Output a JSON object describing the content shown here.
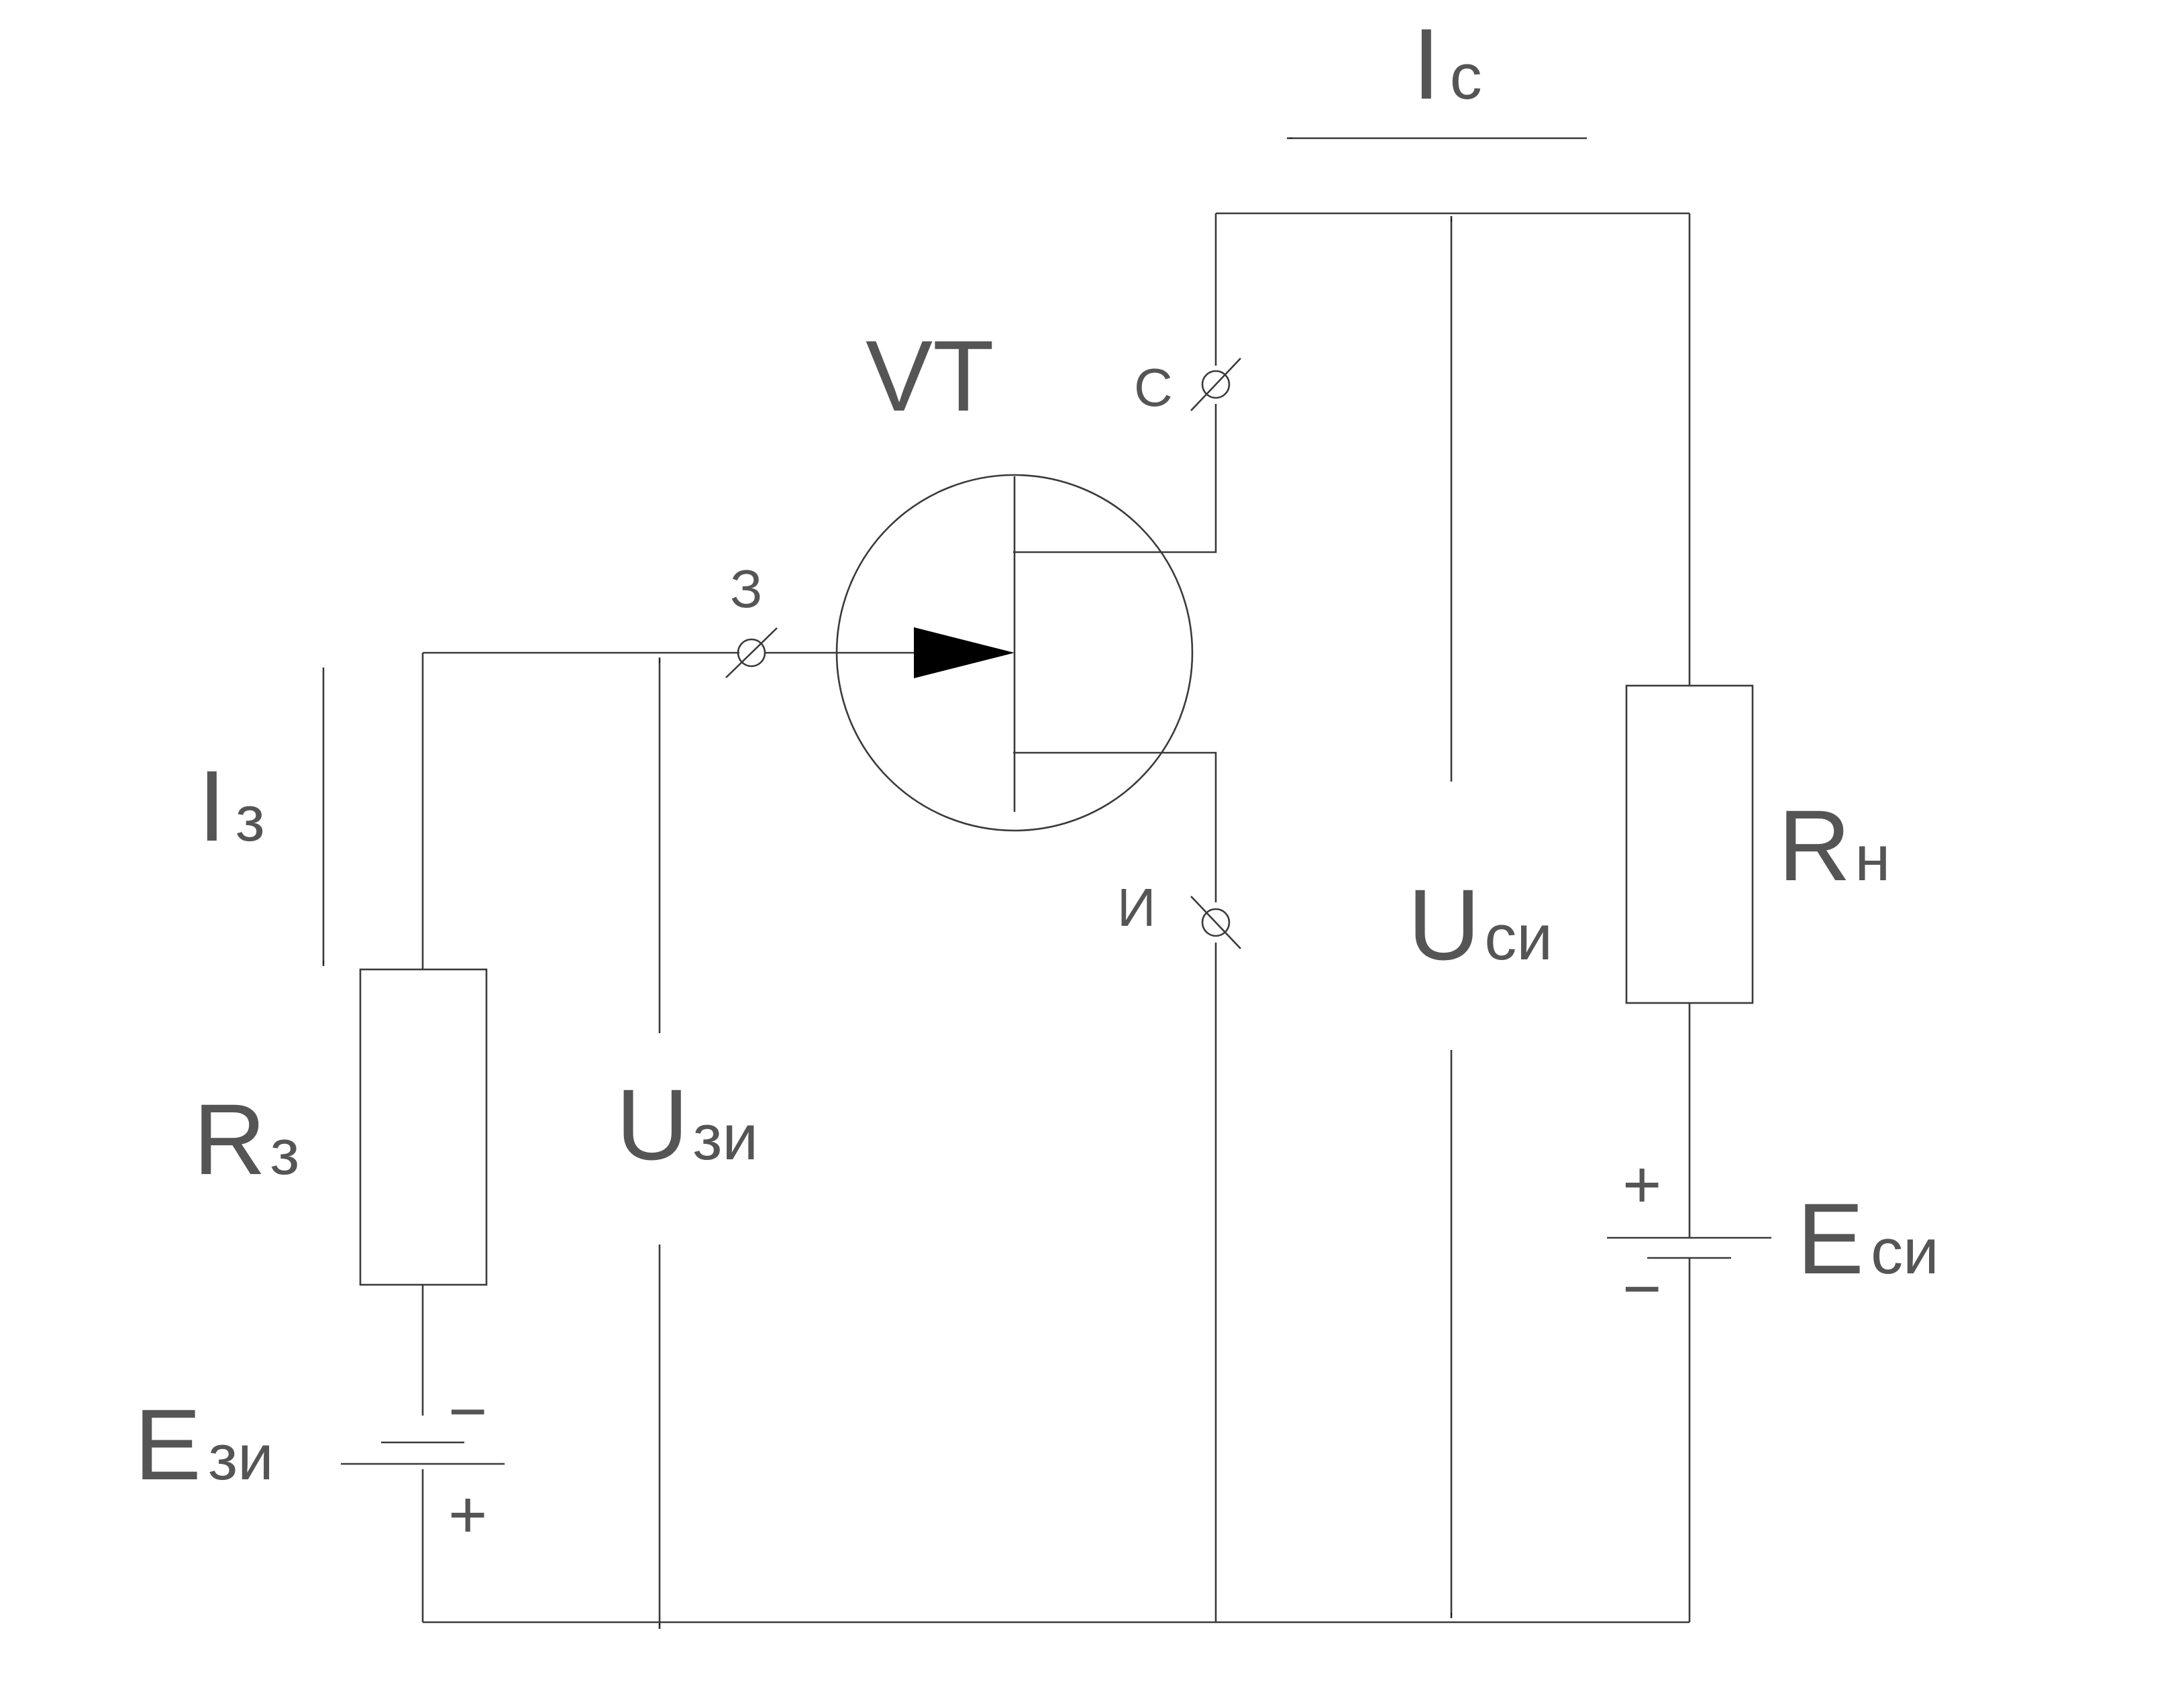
{
  "diagram": {
    "transistor": {
      "name": "VT",
      "gate_pin": "З",
      "drain_pin": "С",
      "source_pin": "И"
    },
    "gate_current": {
      "symbol": "I",
      "subscript": "з"
    },
    "drain_current": {
      "symbol": "I",
      "subscript": "с"
    },
    "gate_resistor": {
      "symbol": "R",
      "subscript": "з"
    },
    "load_resistor": {
      "symbol": "R",
      "subscript": "н"
    },
    "gate_voltage": {
      "symbol": "U",
      "subscript": "зи"
    },
    "drain_voltage": {
      "symbol": "U",
      "subscript": "си"
    },
    "gate_source_supply": {
      "symbol": "E",
      "subscript": "зи",
      "top_sign": "−",
      "bottom_sign": "+"
    },
    "drain_source_supply": {
      "symbol": "E",
      "subscript": "си",
      "top_sign": "+",
      "bottom_sign": "−"
    }
  }
}
